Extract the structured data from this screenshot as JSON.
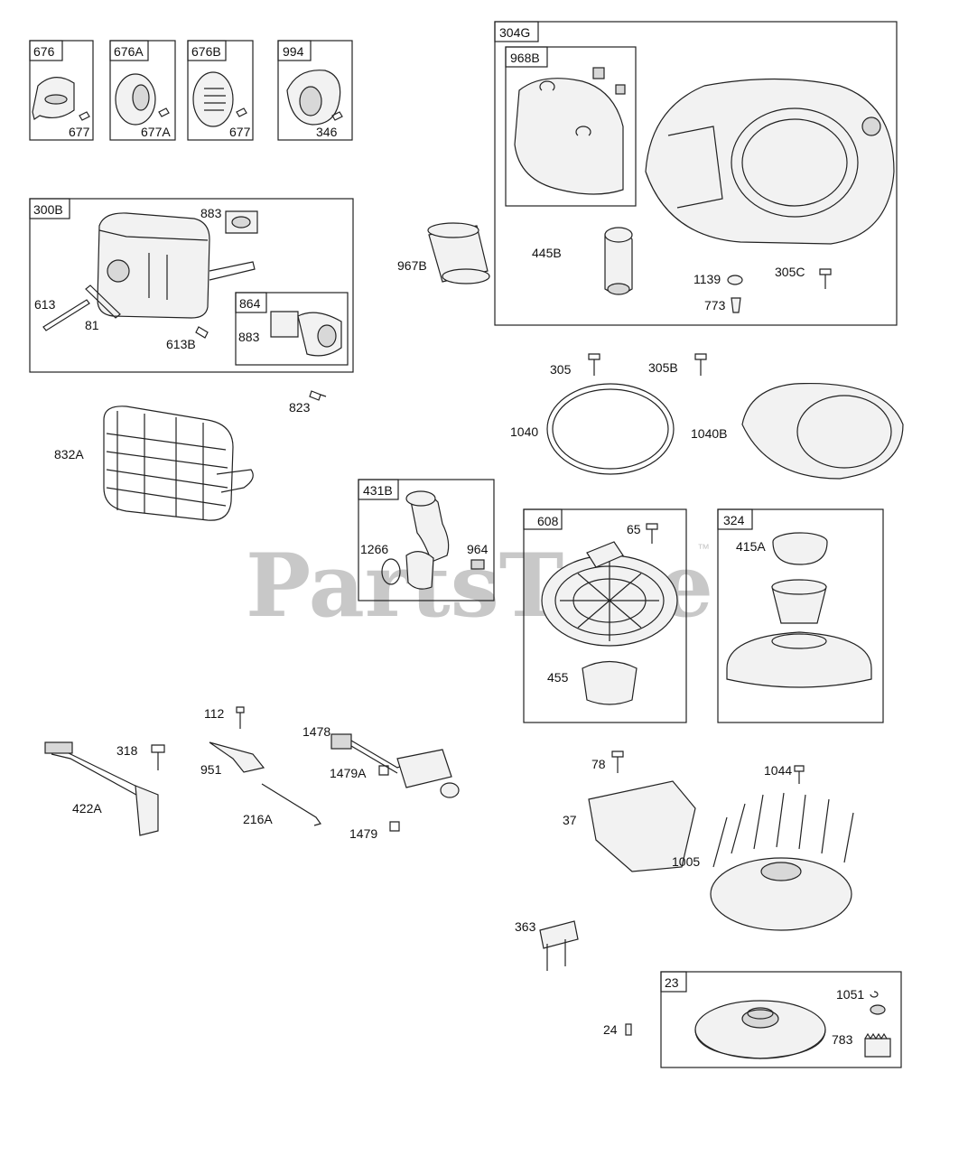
{
  "watermark": {
    "text": "PartsTree",
    "trademark": "™"
  },
  "group_boxes": {
    "b676": "676",
    "b676A": "676A",
    "b676B": "676B",
    "b994": "994",
    "b300B": "300B",
    "b864": "864",
    "b304G": "304G",
    "b968B": "968B",
    "b431B": "431B",
    "b608": "608",
    "b324": "324",
    "b23": "23"
  },
  "part_labels": {
    "p677a": "677",
    "p677A": "677A",
    "p677b": "677",
    "p346": "346",
    "p883a": "883",
    "p613": "613",
    "p81": "81",
    "p613B": "613B",
    "p883b": "883",
    "p967B": "967B",
    "p445B": "445B",
    "p1139": "1139",
    "p305C": "305C",
    "p773": "773",
    "p305": "305",
    "p305B": "305B",
    "p823": "823",
    "p832A": "832A",
    "p1040": "1040",
    "p1040B": "1040B",
    "p1266": "1266",
    "p964": "964",
    "p65": "65",
    "p415A": "415A",
    "p455": "455",
    "p112": "112",
    "p1478": "1478",
    "p318": "318",
    "p951": "951",
    "p1479A": "1479A",
    "p422A": "422A",
    "p216A": "216A",
    "p1479": "1479",
    "p78": "78",
    "p1044": "1044",
    "p37": "37",
    "p1005": "1005",
    "p363": "363",
    "p1051": "1051",
    "p24": "24",
    "p783": "783"
  }
}
